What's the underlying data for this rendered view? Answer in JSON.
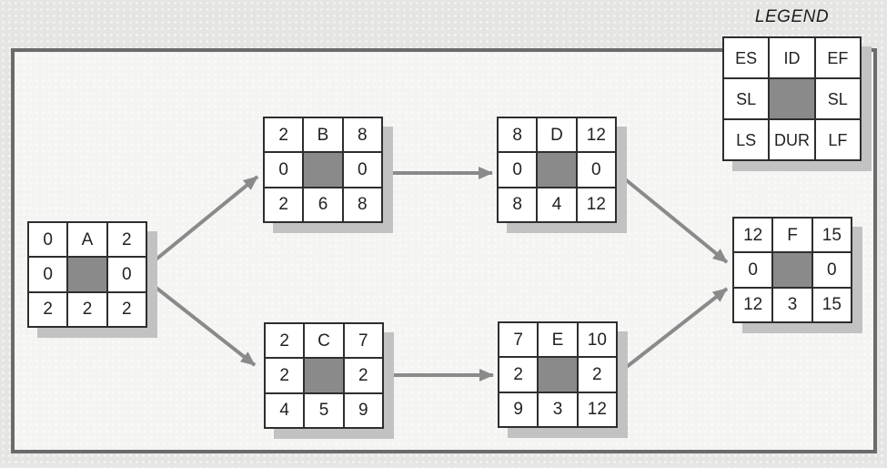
{
  "legend": {
    "title": "LEGEND",
    "cells": {
      "es": "ES",
      "id": "ID",
      "ef": "EF",
      "sl_left": "SL",
      "sl_right": "SL",
      "ls": "LS",
      "dur": "DUR",
      "lf": "LF"
    }
  },
  "nodes": [
    {
      "id": "A",
      "es": "0",
      "ef": "2",
      "sl_left": "0",
      "sl_right": "0",
      "ls": "2",
      "dur": "2",
      "lf": "2"
    },
    {
      "id": "B",
      "es": "2",
      "ef": "8",
      "sl_left": "0",
      "sl_right": "0",
      "ls": "2",
      "dur": "6",
      "lf": "8"
    },
    {
      "id": "C",
      "es": "2",
      "ef": "7",
      "sl_left": "2",
      "sl_right": "2",
      "ls": "4",
      "dur": "5",
      "lf": "9"
    },
    {
      "id": "D",
      "es": "8",
      "ef": "12",
      "sl_left": "0",
      "sl_right": "0",
      "ls": "8",
      "dur": "4",
      "lf": "12"
    },
    {
      "id": "E",
      "es": "7",
      "ef": "10",
      "sl_left": "2",
      "sl_right": "2",
      "ls": "9",
      "dur": "3",
      "lf": "12"
    },
    {
      "id": "F",
      "es": "12",
      "ef": "15",
      "sl_left": "0",
      "sl_right": "0",
      "ls": "12",
      "dur": "3",
      "lf": "15"
    }
  ],
  "edges": [
    {
      "from": "A",
      "to": "B"
    },
    {
      "from": "A",
      "to": "C"
    },
    {
      "from": "B",
      "to": "D"
    },
    {
      "from": "C",
      "to": "E"
    },
    {
      "from": "D",
      "to": "F"
    },
    {
      "from": "E",
      "to": "F"
    }
  ],
  "colors": {
    "arrow": "#8a8a8a",
    "slack_fill": "#8a8a8a",
    "node_shadow": "#c2c2c2",
    "frame_border": "#6b6b6b",
    "cell_line": "#2e2e2e"
  }
}
